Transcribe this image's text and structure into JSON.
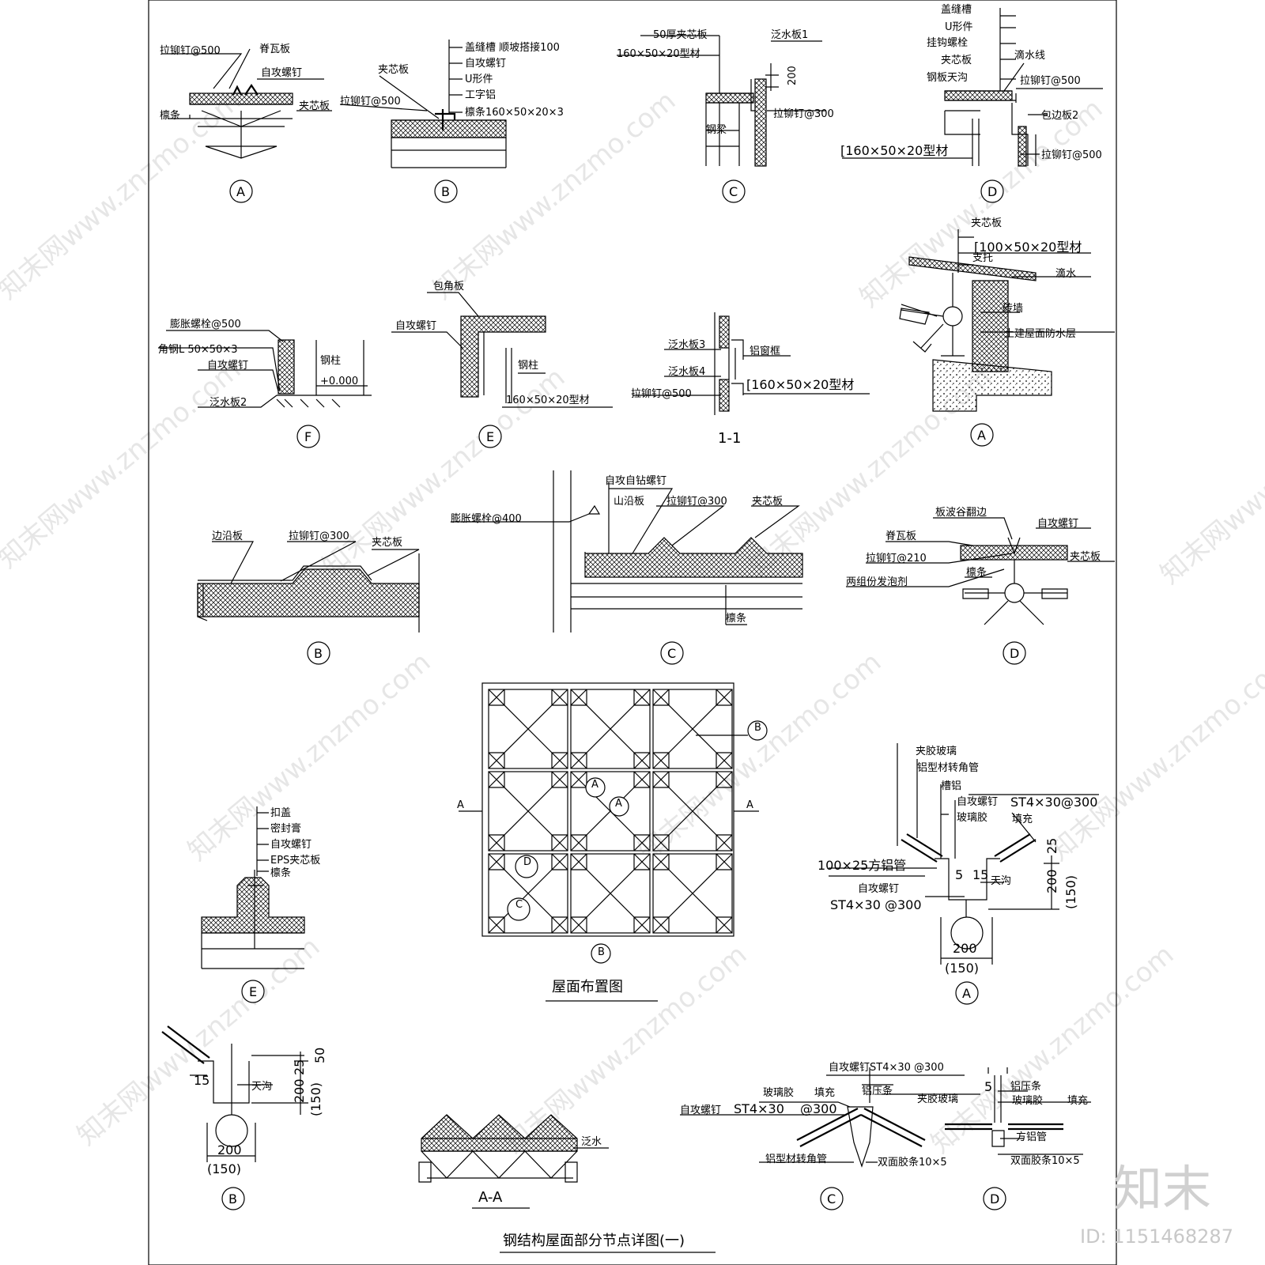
{
  "title": "钢结构屋面部分节点详图(一)",
  "plan_title": "屋面布置图",
  "section_title": "A-A",
  "watermark": "知末网www.znzmo.com",
  "brand": {
    "logo": "知末",
    "id": "ID: 1151468287"
  },
  "markers": {
    "A": "A",
    "B": "B",
    "C": "C",
    "D": "D",
    "E": "E",
    "F": "F",
    "s11": "1-1"
  },
  "labels": {
    "r1a": [
      "拉铆钉@500",
      "脊瓦板",
      "自攻螺钉",
      "檩条",
      "夹芯板"
    ],
    "r1b": [
      "盖缝槽 顺坡搭接100",
      "夹芯板",
      "自攻螺钉",
      "U形件",
      "拉铆钉@500",
      "工字铝",
      "檩条160×50×20×3"
    ],
    "r1c": [
      "50厚夹芯板",
      "泛水板1",
      "160×50×20型材",
      "200",
      "拉铆钉@300",
      "钢梁"
    ],
    "r1d": [
      "盖缝槽",
      "U形件",
      "挂钩螺栓",
      "夹芯板",
      "滴水线",
      "钢板天沟",
      "拉铆钉@500",
      "包边板2",
      "[160×50×20型材",
      "拉铆钉@500"
    ],
    "r2f": [
      "膨胀螺栓@500",
      "角钢L 50×50×3",
      "钢柱",
      "自攻螺钉",
      "+0.000",
      "泛水板2"
    ],
    "r2e": [
      "包角板",
      "自攻螺钉",
      "钢柱",
      "160×50×20型材"
    ],
    "r2s": [
      "泛水板3",
      "铝窗框",
      "泛水板4",
      "[160×50×20型材",
      "拉铆钉@500"
    ],
    "r2a": [
      "夹芯板",
      "[100×50×20型材",
      "支托",
      "滴水",
      "砖墙",
      "土建屋面防水层"
    ],
    "r3b": [
      "边沿板",
      "拉铆钉@300",
      "夹芯板"
    ],
    "r3c": [
      "自攻自钻螺钉",
      "山沿板",
      "拉铆钉@300",
      "夹芯板",
      "膨胀螺栓@400",
      "檩条"
    ],
    "r3d": [
      "板波谷翻边",
      "自攻螺钉",
      "脊瓦板",
      "拉铆钉@210",
      "夹芯板",
      "两组份发泡剂",
      "檩条"
    ],
    "r4e": [
      "扣盖",
      "密封膏",
      "自攻螺钉",
      "EPS夹芯板",
      "檩条"
    ],
    "r4a": [
      "夹胶玻璃",
      "铝型材转角管",
      "槽铝",
      "自攻螺钉",
      "ST4×30@300",
      "玻璃胶",
      "填充",
      "100×25方铝管",
      "自攻螺钉",
      "ST4×30 @300",
      "天沟",
      "5",
      "15",
      "25",
      "200",
      "(150)",
      "200",
      "(150)"
    ],
    "r5b": [
      "15",
      "天沟",
      "25",
      "200",
      "(150)",
      "50",
      "200",
      "(150)"
    ],
    "r5aa": [
      "泛水"
    ],
    "r5c": [
      "自攻螺钉ST4×30 @300",
      "玻璃胶",
      "填充",
      "铝压条",
      "夹胶玻璃",
      "自攻螺钉",
      "ST4×30",
      "@300",
      "铝型材转角管",
      "双面胶条10×5"
    ],
    "r5d": [
      "5",
      "铝压条",
      "玻璃胶",
      "填充",
      "方铝管",
      "双面胶条10×5"
    ]
  },
  "plan": {
    "side_left": "A",
    "side_right": "A",
    "grid": [
      3,
      3
    ]
  }
}
